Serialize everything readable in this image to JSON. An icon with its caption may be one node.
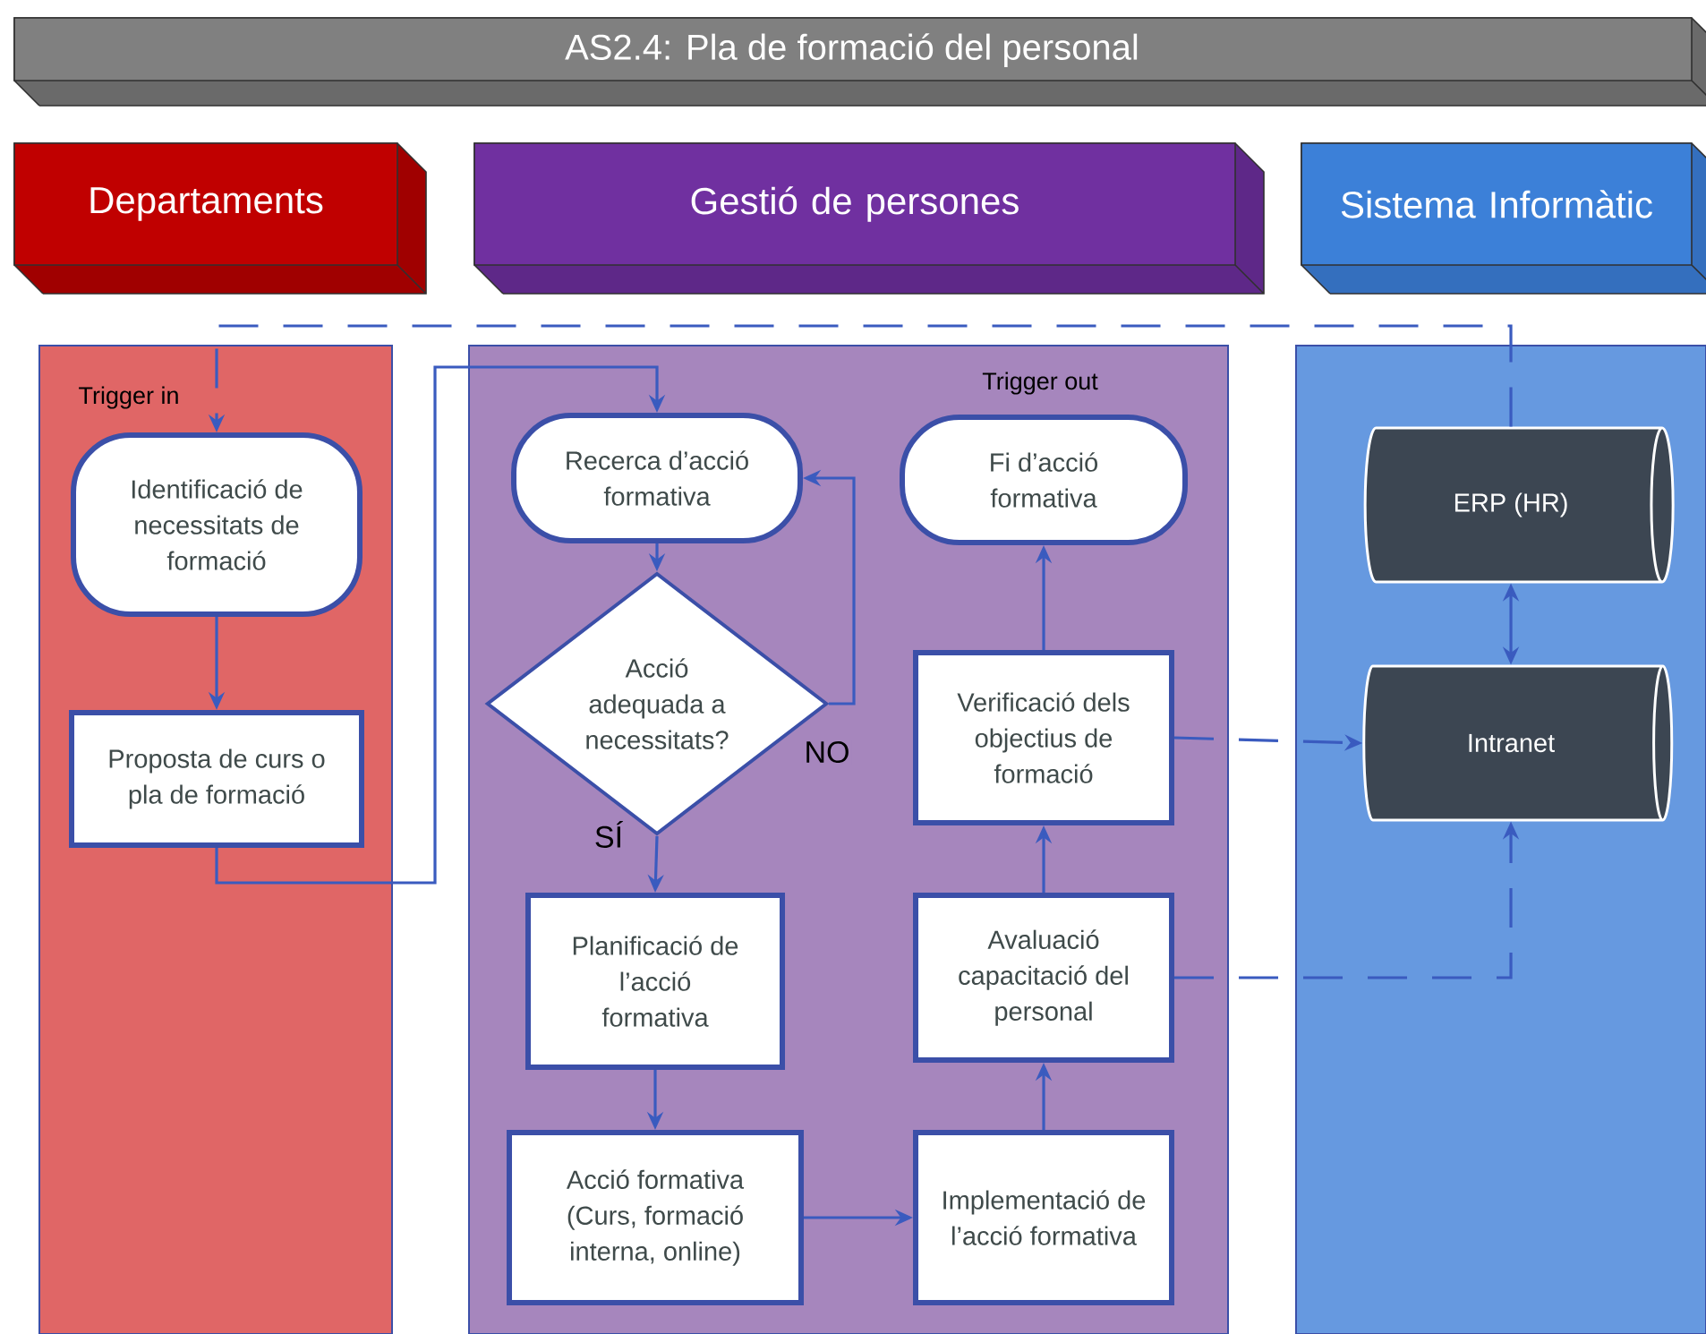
{
  "diagram": {
    "title": "AS2.4: Pla de formació del personal",
    "nodes": [
      {
        "text": [
          "Departaments"
        ]
      },
      {
        "text": [
          "Gestió de persones"
        ]
      },
      {
        "text": [
          "Sistema Informàtic"
        ]
      },
      {
        "text": [
          "Identificació de necessitats de formació"
        ],
        "in": 0,
        "beside": [
          "Trigger in"
        ]
      },
      {
        "text": [
          "Proposta de curs o pla de formació"
        ],
        "in": 0
      },
      {
        "text": [
          "Recerca d’acció formativa"
        ],
        "in": 1
      },
      {
        "text": [
          "Acció adequada a necessitats?"
        ],
        "in": 1
      },
      {
        "text": [
          "Planificació de l’acció formativa"
        ],
        "in": 1
      },
      {
        "text": [
          "Acció formativa (Curs, formació interna, online)"
        ],
        "in": 1
      },
      {
        "text": [
          "Fi d’acció formativa"
        ],
        "in": 1,
        "beside": [
          "Trigger out"
        ]
      },
      {
        "text": [
          "Verificació dels objectius de formació"
        ],
        "in": 1
      },
      {
        "text": [
          "Avaluació capacitació del personal"
        ],
        "in": 1
      },
      {
        "text": [
          "Implementació de l’acció formativa"
        ],
        "in": 1
      },
      {
        "text": [
          "ERP (HR)"
        ],
        "in": 2
      },
      {
        "text": [
          "Intranet"
        ],
        "in": 2
      }
    ],
    "edges": [
      {
        "from": 13,
        "to": 3,
        "arrow": "to",
        "style": "dashed"
      },
      {
        "from": 3,
        "to": 4,
        "arrow": "to"
      },
      {
        "from": 4,
        "to": 5,
        "arrow": "to"
      },
      {
        "from": 5,
        "to": 6,
        "arrow": "to"
      },
      {
        "from": 6,
        "to": 5,
        "arrow": "to",
        "label": "NO"
      },
      {
        "from": 6,
        "to": 7,
        "arrow": "to",
        "label": "SÍ"
      },
      {
        "from": 7,
        "to": 8,
        "arrow": "to"
      },
      {
        "from": 8,
        "to": 12,
        "arrow": "to"
      },
      {
        "from": 12,
        "to": 11,
        "arrow": "to"
      },
      {
        "from": 11,
        "to": 10,
        "arrow": "to"
      },
      {
        "from": 10,
        "to": 9,
        "arrow": "to"
      },
      {
        "from": 10,
        "to": 14,
        "arrow": "to",
        "style": "dashed"
      },
      {
        "from": 11,
        "to": 14,
        "arrow": "to",
        "style": "dashed"
      },
      {
        "from": 13,
        "to": 14,
        "arrow": "both"
      }
    ]
  }
}
